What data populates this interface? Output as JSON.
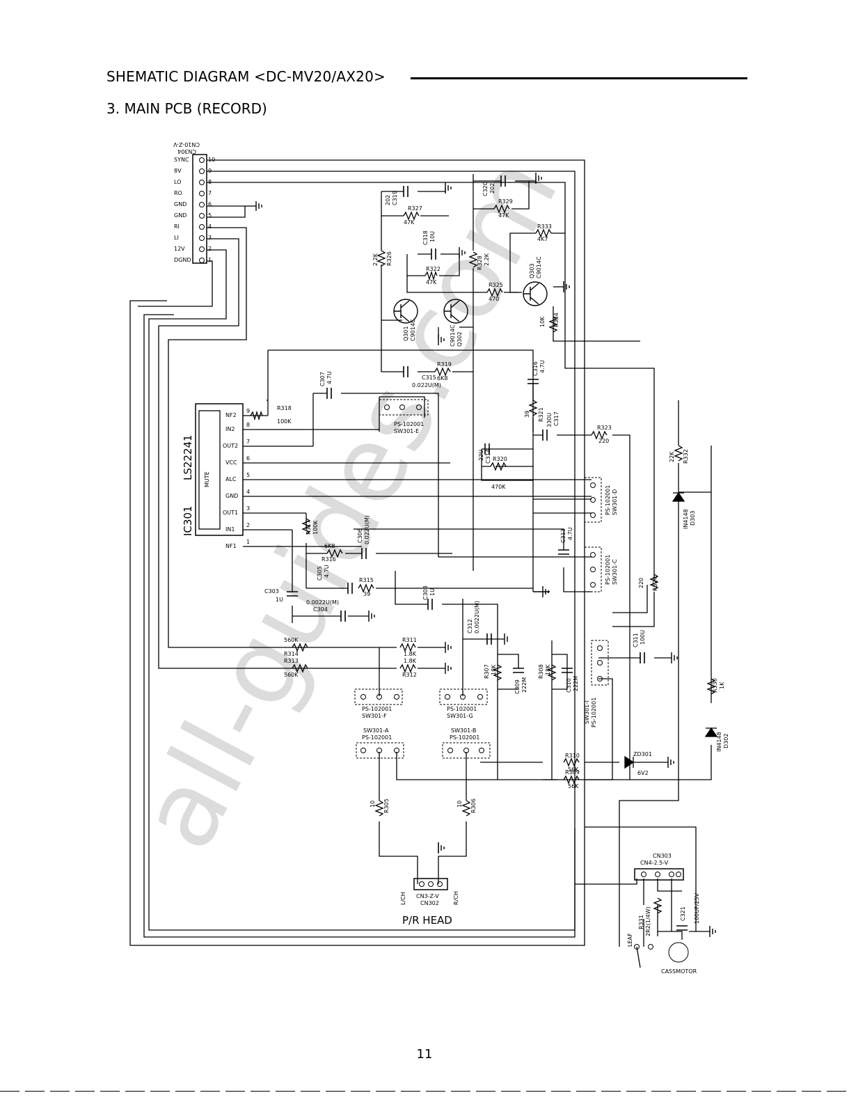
{
  "header": {
    "title": "SHEMATIC DIAGRAM <DC-MV20/AX20>",
    "section": "3. MAIN PCB (RECORD)"
  },
  "watermark": "all-guides.com",
  "page_number": "11",
  "connectors": {
    "cn304": {
      "ref": "CN304",
      "type": "CN10-Z-V",
      "pins": [
        "SYNC",
        "8V",
        "LO",
        "RO",
        "GND",
        "GND",
        "RI",
        "LI",
        "12V",
        "DGND"
      ],
      "pin_numbers": [
        "10",
        "9",
        "8",
        "7",
        "6",
        "5",
        "4",
        "3",
        "2",
        "1"
      ]
    },
    "cn302": {
      "ref": "CN302",
      "type": "CN3-Z-V",
      "left": "L/CH",
      "right": "R/CH",
      "caption": "P/R HEAD"
    },
    "cn303": {
      "ref": "CN303",
      "type": "CN4-2.5-V"
    },
    "leaf": "LEAF",
    "motor": "CASSMOTOR"
  },
  "ic": {
    "ref": "IC301",
    "part": "LS22241",
    "mute": "MUTE",
    "pins": [
      "NF2",
      "IN2",
      "OUT2",
      "VCC",
      "ALC",
      "GND",
      "OUT1",
      "IN1",
      "NF1"
    ],
    "pin_numbers": [
      "9",
      "8",
      "7",
      "6",
      "5",
      "4",
      "3",
      "2",
      "1"
    ]
  },
  "transistors": [
    {
      "ref": "Q301",
      "part": "C9014C"
    },
    {
      "ref": "Q302",
      "part": "C9014C"
    },
    {
      "ref": "Q303",
      "part": "C9014C"
    }
  ],
  "resistors": [
    {
      "ref": "R326",
      "value": "2.2K"
    },
    {
      "ref": "R327",
      "value": "47K"
    },
    {
      "ref": "R322",
      "value": "47K"
    },
    {
      "ref": "R328",
      "value": "2.2K"
    },
    {
      "ref": "R329",
      "value": "47K"
    },
    {
      "ref": "R333",
      "value": "4K7"
    },
    {
      "ref": "R325",
      "value": "470"
    },
    {
      "ref": "R334",
      "value": "10K"
    },
    {
      "ref": "R319",
      "value": "6K8"
    },
    {
      "ref": "R318",
      "value": "100K"
    },
    {
      "ref": "R321",
      "value": "39"
    },
    {
      "ref": "R323",
      "value": "220"
    },
    {
      "ref": "R320",
      "value": "470K"
    },
    {
      "ref": "R332",
      "value": "22K"
    },
    {
      "ref": "R317",
      "value": "100K"
    },
    {
      "ref": "R316",
      "value": "6K8"
    },
    {
      "ref": "R315",
      "value": "39"
    },
    {
      "ref": "R324",
      "value": "220"
    },
    {
      "ref": "R311",
      "value": "1.8K"
    },
    {
      "ref": "R312",
      "value": "1.8K"
    },
    {
      "ref": "R314",
      "value": "560K"
    },
    {
      "ref": "R313",
      "value": "560K"
    },
    {
      "ref": "R307",
      "value": "18K"
    },
    {
      "ref": "R308",
      "value": "18K"
    },
    {
      "ref": "R330",
      "value": "1K"
    },
    {
      "ref": "R310",
      "value": "56K"
    },
    {
      "ref": "R309",
      "value": "56K"
    },
    {
      "ref": "R305",
      "value": "10"
    },
    {
      "ref": "R306",
      "value": "10"
    },
    {
      "ref": "R331",
      "value": "2R2(1/4W)"
    }
  ],
  "capacitors": [
    {
      "ref": "C319",
      "value": "202"
    },
    {
      "ref": "C320",
      "value": "202"
    },
    {
      "ref": "C318",
      "value": "10U"
    },
    {
      "ref": "C315",
      "value": "0.022U(M)"
    },
    {
      "ref": "C307",
      "value": "4.7U"
    },
    {
      "ref": "C316",
      "value": "4.7U"
    },
    {
      "ref": "C317",
      "value": "330U"
    },
    {
      "ref": "C314",
      "value": "22U"
    },
    {
      "ref": "C306",
      "value": "0.022U(M)"
    },
    {
      "ref": "C313",
      "value": "4.7U"
    },
    {
      "ref": "C305",
      "value": "4.7U"
    },
    {
      "ref": "C303",
      "value": "1U"
    },
    {
      "ref": "C304",
      "value": "0.0022U(M)"
    },
    {
      "ref": "C308",
      "value": "1U"
    },
    {
      "ref": "C312",
      "value": "0.0022U(M)"
    },
    {
      "ref": "C311",
      "value": "100U"
    },
    {
      "ref": "C309",
      "value": "222M"
    },
    {
      "ref": "C310",
      "value": "222M"
    },
    {
      "ref": "C321",
      "value": "100UF/25V"
    }
  ],
  "diodes": [
    {
      "ref": "D303",
      "part": "IN4148"
    },
    {
      "ref": "D302",
      "part": "IN4148"
    },
    {
      "ref": "ZD301",
      "part": "6V2"
    }
  ],
  "switches": [
    {
      "ref": "SW301-E",
      "part": "PS-102001"
    },
    {
      "ref": "SW301-D",
      "part": "PS-102001"
    },
    {
      "ref": "SW301-C",
      "part": "PS-102001"
    },
    {
      "ref": "SW301-F",
      "part": "PS-102001"
    },
    {
      "ref": "SW301-G",
      "part": "PS-102001"
    },
    {
      "ref": "SW301-A",
      "part": "PS-102001"
    },
    {
      "ref": "SW301-B",
      "part": "PS-102001"
    },
    {
      "ref": "SW301-I",
      "part": "PS-102001"
    }
  ]
}
